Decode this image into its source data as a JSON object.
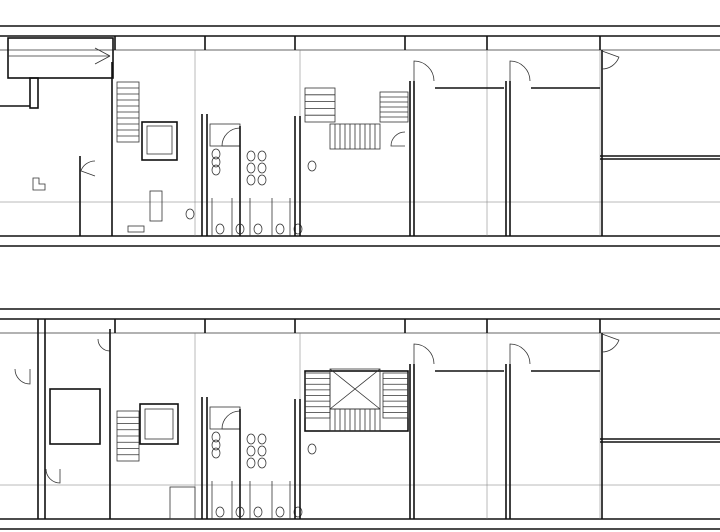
{
  "drawing": {
    "type": "architectural floor plan",
    "floors": [
      {
        "id": "upper-floor"
      },
      {
        "id": "lower-floor"
      }
    ],
    "line_color": "#111111",
    "background_color": "#ffffff"
  }
}
